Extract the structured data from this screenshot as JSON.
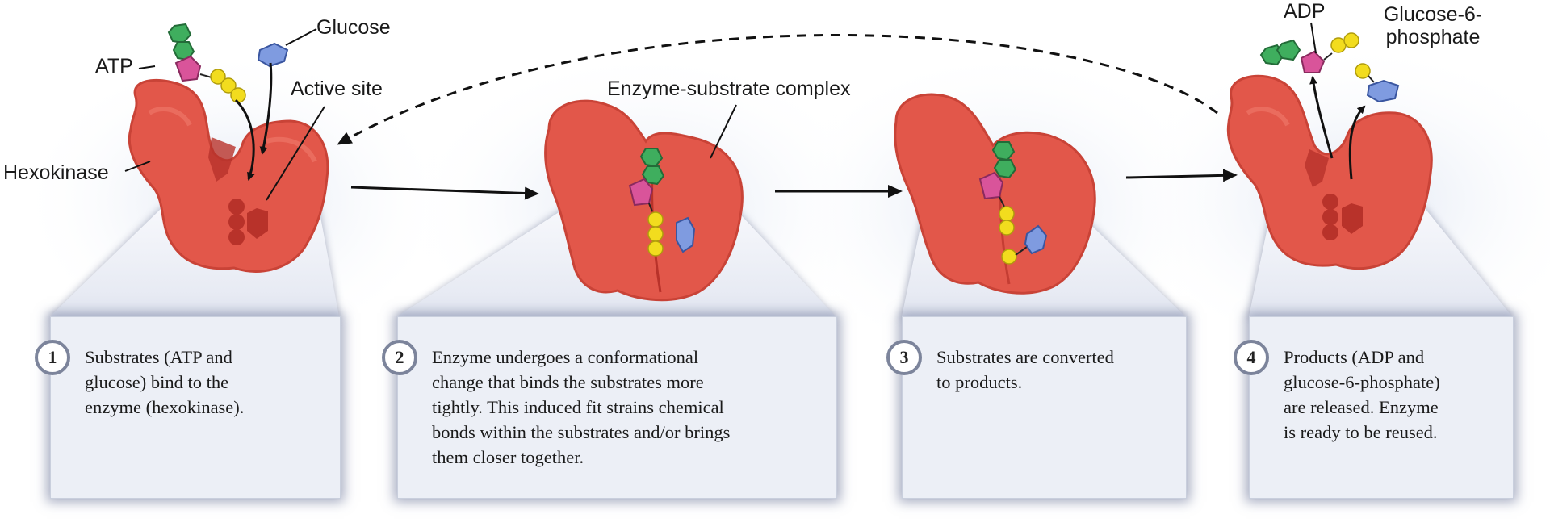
{
  "labels": {
    "atp": "ATP",
    "glucose": "Glucose",
    "active_site": "Active site",
    "hexokinase": "Hexokinase",
    "complex": "Enzyme-substrate complex",
    "adp": "ADP",
    "g6p_line1": "Glucose-6-",
    "g6p_line2": "phosphate"
  },
  "steps": [
    {
      "number": "1",
      "text": "Substrates (ATP and\nglucose) bind to the\nenzyme (hexokinase)."
    },
    {
      "number": "2",
      "text": "Enzyme undergoes a conformational\nchange that binds the substrates more\ntightly. This induced fit strains chemical\nbonds within the substrates and/or brings\nthem closer together."
    },
    {
      "number": "3",
      "text": "Substrates are converted\nto products."
    },
    {
      "number": "4",
      "text": "Products (ADP and\nglucose-6-phosphate)\nare released. Enzyme\nis ready to be reused."
    }
  ],
  "colors": {
    "enzyme": "#e2574a",
    "enzyme_dark": "#b8322a",
    "phosphate": "#f2dc1e",
    "adenine": "#3fae5e",
    "ribose": "#d9549a",
    "glucose": "#7f9be0",
    "box": "#eceff6"
  }
}
